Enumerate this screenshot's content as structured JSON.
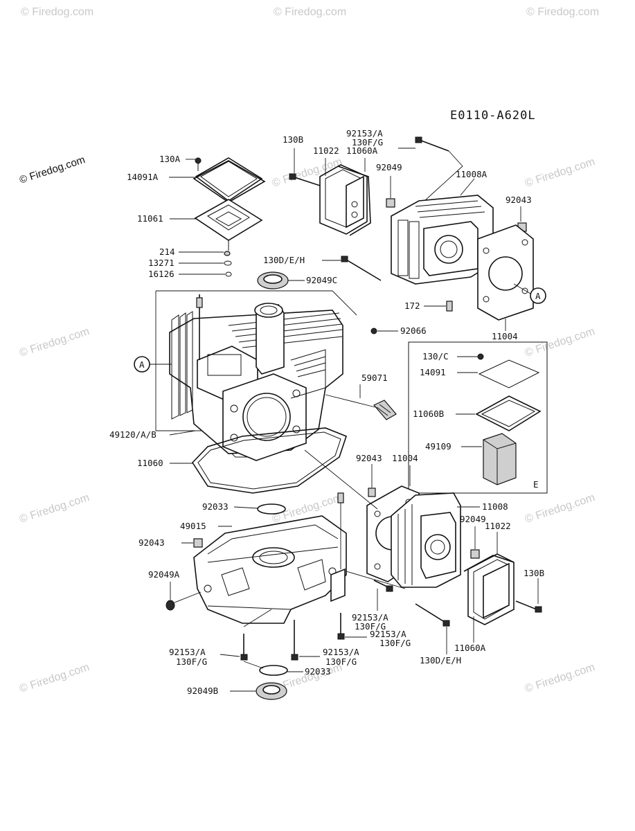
{
  "diagram_code": "E0110-A620L",
  "watermark": "© Firedog.com",
  "ref_markers": {
    "a": "A",
    "e": "E"
  },
  "labels": {
    "p130a": "130A",
    "p14091a": "14091A",
    "p11061": "11061",
    "p214": "214",
    "p13271": "13271",
    "p16126": "16126",
    "p130b_top": "130B",
    "p11022_top": "11022",
    "p11060a_top": "11060A",
    "p92153a_top": "92153/A",
    "p130fg_top": "130F/G",
    "p92049_top": "92049",
    "p11008a": "11008A",
    "p92043_top": "92043",
    "p130deh_top": "130D/E/H",
    "p92049c": "92049C",
    "p172": "172",
    "p11004_top": "11004",
    "p92066": "92066",
    "p59071": "59071",
    "p130c": "130/C",
    "p14091": "14091",
    "p11060b": "11060B",
    "p49109": "49109",
    "p49120ab": "49120/A/B",
    "p11060": "11060",
    "p92043_mid": "92043",
    "p11004_mid": "11004",
    "p11008": "11008",
    "p92049_mid": "92049",
    "p11022_bot": "11022",
    "p130b_bot": "130B",
    "p92033_top": "92033",
    "p49015": "49015",
    "p92043_left": "92043",
    "p92049a": "92049A",
    "p92153a_mid": "92153/A",
    "p130fg_mid": "130F/G",
    "p92153a_mid2": "92153/A",
    "p130fg_mid2": "130F/G",
    "p11060a_bot": "11060A",
    "p130deh_bot": "130D/E/H",
    "p92153a_left": "92153/A",
    "p130fg_left": "130F/G",
    "p92153a_ctr": "92153/A",
    "p130fg_ctr": "130F/G",
    "p92033_bot": "92033",
    "p92049b": "92049B"
  }
}
